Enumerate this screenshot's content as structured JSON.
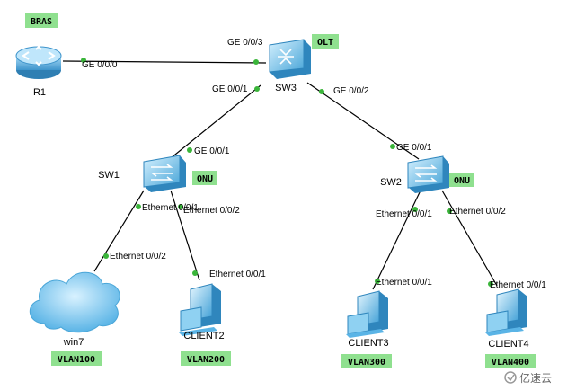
{
  "devices": {
    "r1": {
      "name": "R1",
      "tag": "BRAS"
    },
    "sw3": {
      "name": "SW3",
      "tag": "OLT"
    },
    "sw1": {
      "name": "SW1",
      "tag": "ONU"
    },
    "sw2": {
      "name": "SW2",
      "tag": "ONU"
    },
    "win7": {
      "name": "win7",
      "tag": "VLAN100"
    },
    "client2": {
      "name": "CLIENT2",
      "tag": "VLAN200"
    },
    "client3": {
      "name": "CLIENT3",
      "tag": "VLAN300"
    },
    "client4": {
      "name": "CLIENT4",
      "tag": "VLAN400"
    }
  },
  "ports": {
    "r1_ge000": "GE 0/0/0",
    "sw3_ge003": "GE 0/0/3",
    "sw3_ge001": "GE 0/0/1",
    "sw3_ge002": "GE 0/0/2",
    "sw1_ge001": "GE 0/0/1",
    "sw1_eth001": "Ethernet 0/0/1",
    "sw1_eth002": "Ethernet 0/0/2",
    "win7_eth002": "Ethernet 0/0/2",
    "client2_eth001": "Ethernet 0/0/1",
    "sw2_ge001": "GE 0/0/1",
    "sw2_eth001": "Ethernet 0/0/1",
    "sw2_eth002": "Ethernet 0/0/2",
    "client3_eth001": "Ethernet 0/0/1",
    "client4_eth001": "Ethernet 0/0/1"
  },
  "watermark": "亿速云"
}
